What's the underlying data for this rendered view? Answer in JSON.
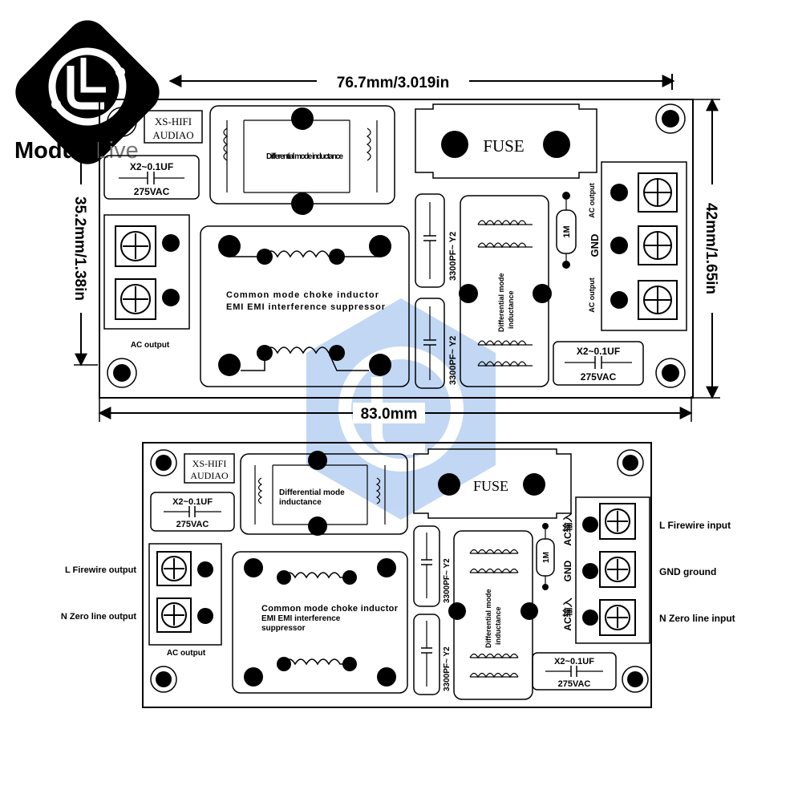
{
  "logo": {
    "text_left": "Module",
    "text_right": "Live"
  },
  "dims": {
    "top_width": "76.7mm/3.019in",
    "bottom_width": "83.0mm",
    "left_height": "35.2mm/1.38in",
    "right_height": "42mm/1.65in"
  },
  "board": {
    "brand_line1": "XS-HIFI",
    "brand_line2": "AUDIAO",
    "cap_x2": "X2~0.1UF",
    "cap_vac": "275VAC",
    "fuse": "FUSE",
    "diff_mode": "Differential mode inductance",
    "common_mode_line1": "Common mode choke inductor",
    "common_mode_line2": "EMI EMI interference suppressor",
    "cap_y2": "3300PF~ Y2",
    "resistor": "1M",
    "ac_output": "AC output",
    "gnd": "GND"
  },
  "board2": {
    "ac_input": "AC输入",
    "common_mode_line1": "Common mode choke inductor",
    "common_mode_line2": "EMI EMI interference",
    "common_mode_line3": "suppressor",
    "diff_mode_line1": "Differential mode",
    "diff_mode_line2": "inductance"
  },
  "callouts": {
    "l_output": "L Firewire output",
    "n_output": "N Zero line output",
    "ac_output": "AC output",
    "l_input": "L Firewire input",
    "gnd_ground": "GND ground",
    "n_input": "N Zero line input"
  },
  "colors": {
    "watermark": "#4f8fe0",
    "logo_bg": "#000000"
  }
}
